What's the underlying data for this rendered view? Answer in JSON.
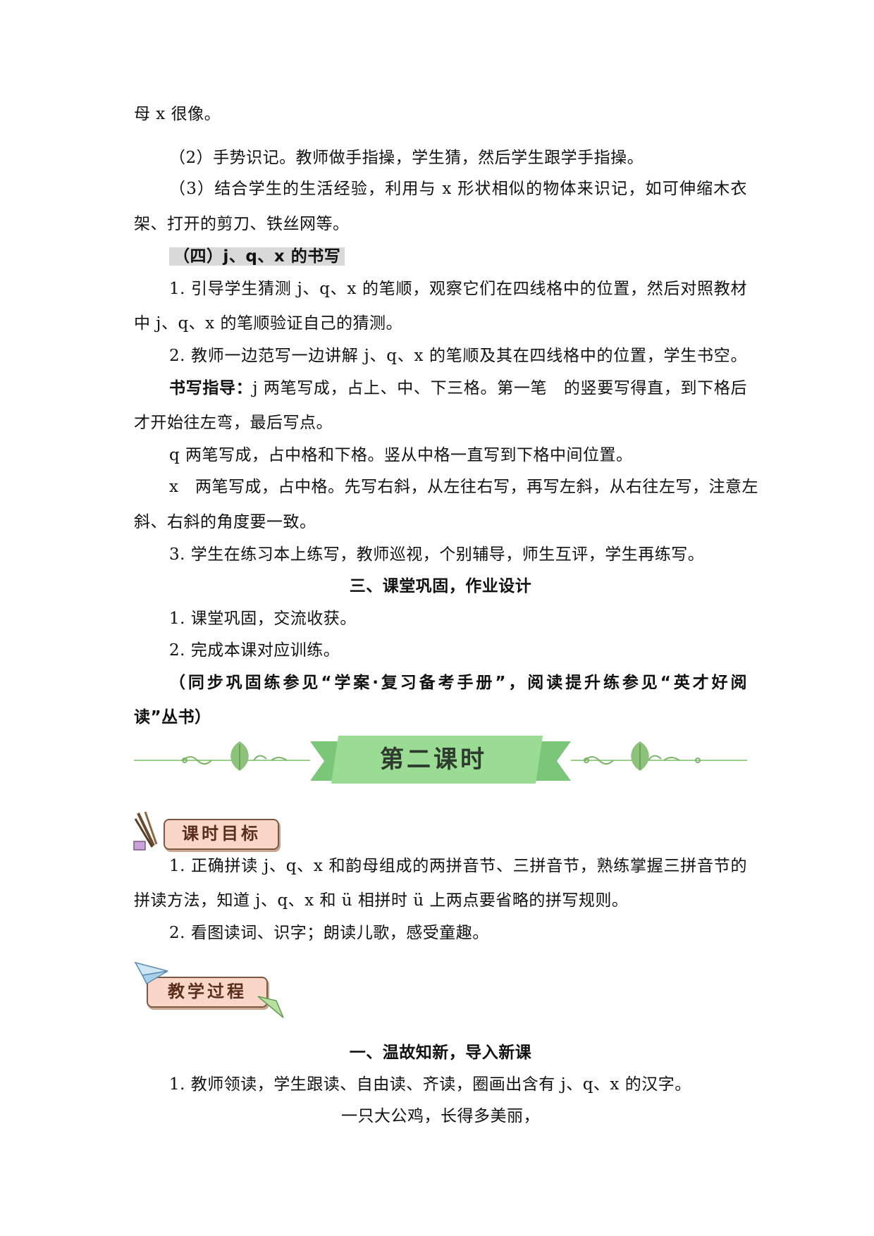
{
  "lines": {
    "l1": "母 x 很像。",
    "l2": "（2）手势识记。教师做手指操，学生猜，然后学生跟学手指操。",
    "l3": "（3）结合学生的生活经验，利用与 x 形状相似的物体来识记，如可伸缩木衣",
    "l4": "架、打开的剪刀、铁丝网等。",
    "h4": "（四）j、q、x 的书写",
    "l5": "1. 引导学生猜测 j、q、x 的笔顺，观察它们在四线格中的位置，然后对照教材",
    "l6": "中 j、q、x 的笔顺验证自己的猜测。",
    "l7": "2. 教师一边范写一边讲解 j、q、x 的笔顺及其在四线格中的位置，学生书空。",
    "guide_label": "书写指导：",
    "l8": "j 两笔写成，占上、中、下三格。第一笔　的竖要写得直，到下格后",
    "l9": "才开始往左弯，最后写点。",
    "l10": "q 两笔写成，占中格和下格。竖从中格一直写到下格中间位置。",
    "l11": "x　两笔写成，占中格。先写右斜，从左往右写，再写左斜，从右往左写，注意左",
    "l12": "斜、右斜的角度要一致。",
    "l13": "3. 学生在练习本上练写，教师巡视，个别辅导，师生互评，学生再练写。",
    "h3": "三、课堂巩固，作业设计",
    "l14": "1. 课堂巩固，交流收获。",
    "l15": "2. 完成本课对应训练。",
    "l16": "（同步巩固练参见“学案·复习备考手册”，阅读提升练参见“英才好阅",
    "l17": "读”丛书）",
    "banner": "第二课时",
    "badge1": "课时目标",
    "l18": "1. 正确拼读 j、q、x 和韵母组成的两拼音节、三拼音节，熟练掌握三拼音节的",
    "l19": "拼读方法，知道 j、q、x 和 ü 相拼时 ü 上两点要省略的拼写规则。",
    "l20": "2. 看图读词、识字；朗读儿歌，感受童趣。",
    "badge2": "教学过程",
    "h1": "一、温故知新，导入新课",
    "l21": "1. 教师领读，学生跟读、自由读、齐读，圈画出含有 j、q、x 的汉字。",
    "poem1": "一只大公鸡，长得多美丽，"
  },
  "colors": {
    "banner_green": "#8fd18a",
    "badge_fill": "#f9d6c8",
    "leaf": "#8cc27a"
  }
}
